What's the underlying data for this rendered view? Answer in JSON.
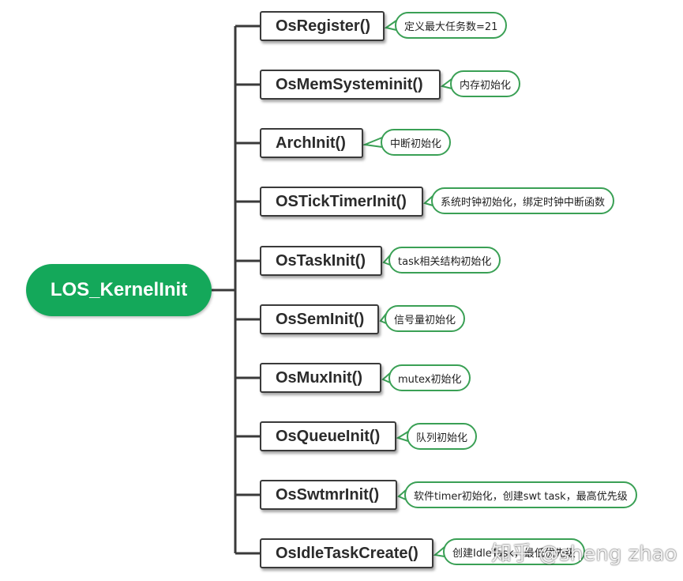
{
  "root": {
    "label": "LOS_KernelInit"
  },
  "nodes": [
    {
      "label": "OsRegister()",
      "note": "定义最大任务数=21"
    },
    {
      "label": "OsMemSysteminit()",
      "note": "内存初始化"
    },
    {
      "label": "ArchInit()",
      "note": "中断初始化"
    },
    {
      "label": "OSTickTimerInit()",
      "note": "系统时钟初始化，绑定时钟中断函数"
    },
    {
      "label": "OsTaskInit()",
      "note": "task相关结构初始化"
    },
    {
      "label": "OsSemInit()",
      "note": "信号量初始化"
    },
    {
      "label": "OsMuxInit()",
      "note": "mutex初始化"
    },
    {
      "label": "OsQueueInit()",
      "note": "队列初始化"
    },
    {
      "label": "OsSwtmrInit()",
      "note": "软件timer初始化，创建swt task，最高优先级"
    },
    {
      "label": "OsIdleTaskCreate()",
      "note": "创建IdleTask，最低优先级"
    }
  ],
  "watermark": "知乎 @sheng zhao",
  "colors": {
    "root": "#14a85a",
    "note_border": "#3aa055",
    "node_border": "#3a3a3a",
    "connector": "#3a3a3a"
  }
}
